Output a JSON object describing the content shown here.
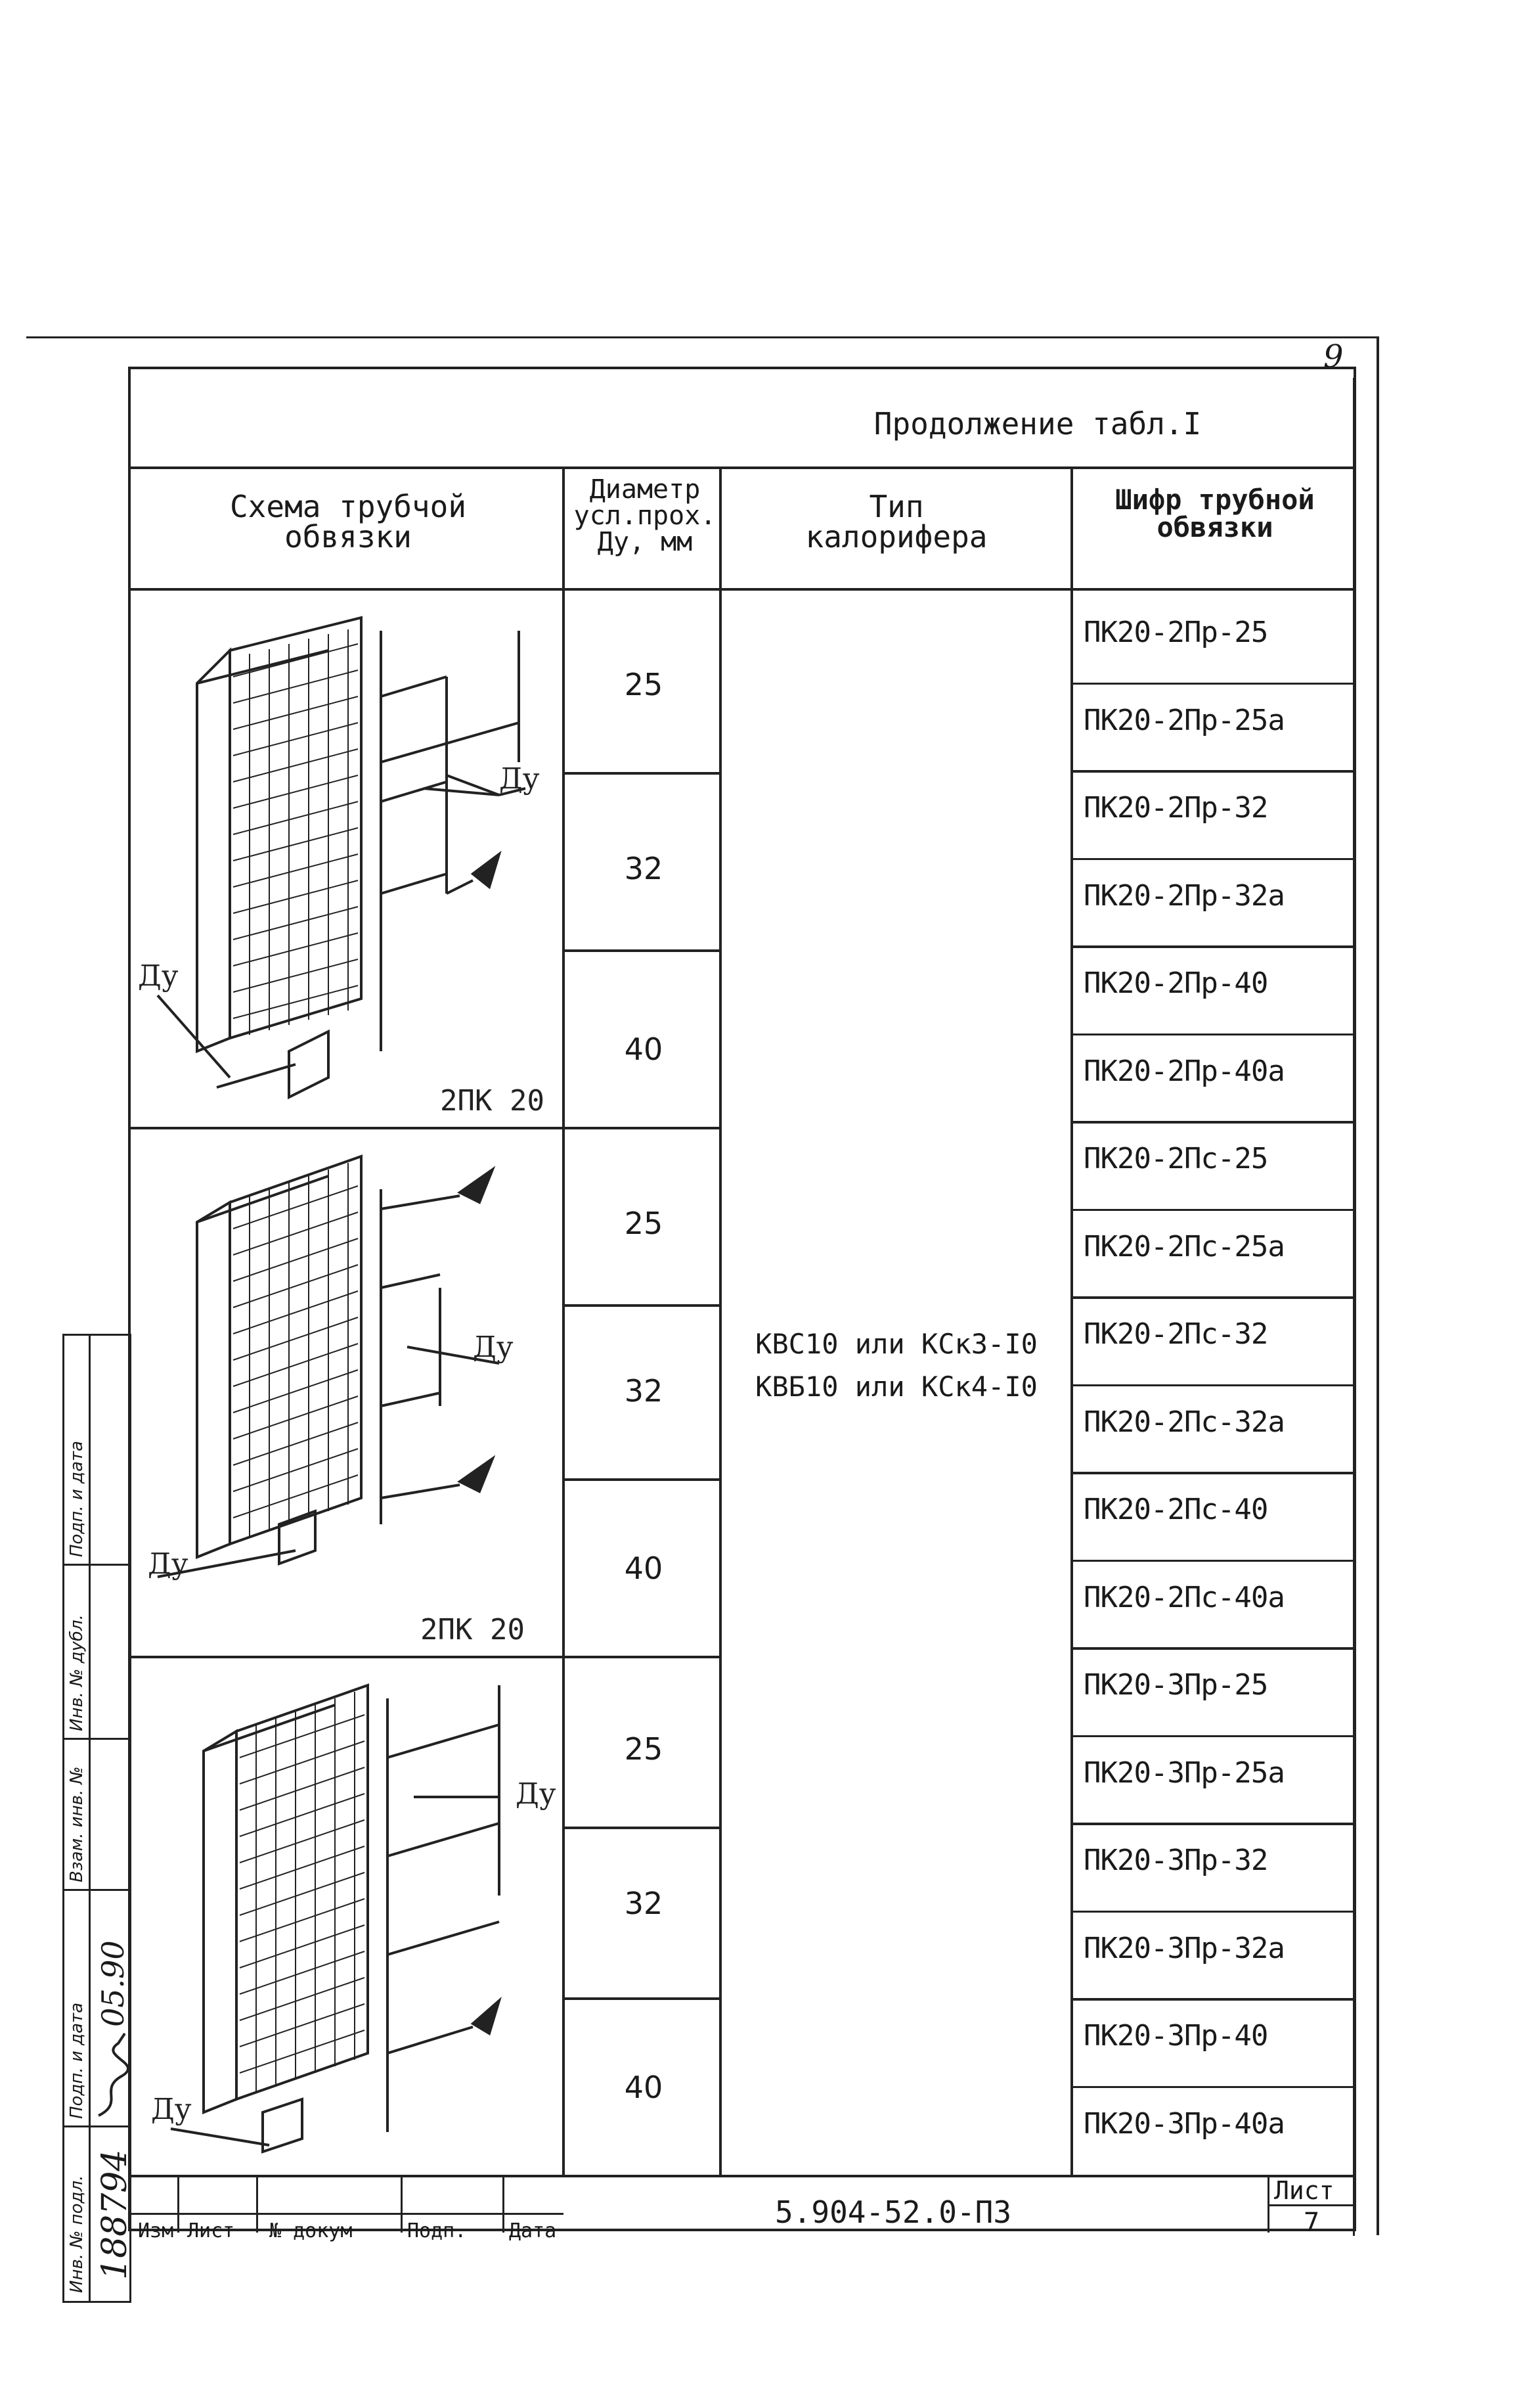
{
  "sheet_corner": "9",
  "table_title": "Продолжение табл.I",
  "headers": {
    "scheme": "Схема трубчой\nобвязки",
    "diameter": "Диаметр\nусл.проx.\nДу, мм",
    "heater_type": "Тип\nкалорифера",
    "code": "Шифр трубной\nобвязки"
  },
  "groups": [
    {
      "scheme_label": "2ПК 20",
      "du_top": "Ду",
      "du_bottom": "Ду",
      "diameters": [
        "25",
        "32",
        "40"
      ]
    },
    {
      "scheme_label": "2ПК 20",
      "du_top": "Ду",
      "du_bottom": "Ду",
      "diameters": [
        "25",
        "32",
        "40"
      ]
    },
    {
      "scheme_label": "",
      "du_top": "Ду",
      "du_bottom": "Ду",
      "diameters": [
        "25",
        "32",
        "40"
      ]
    }
  ],
  "heater_type_line1": "КВС10 или КСк3-I0",
  "heater_type_line2": "КВБ10 или КСк4-I0",
  "codes": [
    "ПК20-2Пр-25",
    "ПК20-2Пр-25а",
    "ПК20-2Пр-32",
    "ПК20-2Пр-32а",
    "ПК20-2Пр-40",
    "ПК20-2Пр-40а",
    "ПК20-2Пс-25",
    "ПК20-2Пс-25а",
    "ПК20-2Пс-32",
    "ПК20-2Пс-32а",
    "ПК20-2Пс-40",
    "ПК20-2Пс-40а",
    "ПК20-3Пр-25",
    "ПК20-3Пр-25а",
    "ПК20-3Пр-32",
    "ПК20-3Пр-32а",
    "ПК20-3Пр-40",
    "ПК20-3Пр-40а"
  ],
  "title_block": {
    "doc_number": "5.904-52.0-ПЗ",
    "sheet_label": "Лист",
    "sheet_number": "7",
    "cols": [
      "Изм",
      "Лист",
      "№ докум",
      "Подп.",
      "Дата"
    ]
  },
  "side_stamp": {
    "fields": [
      "Инв. № подл.",
      "Подп. и дата",
      "Взам. инв. №",
      "Инв. № дубл.",
      "Подп. и дата"
    ],
    "inv_number": "188794",
    "signature_date": "05.90"
  }
}
